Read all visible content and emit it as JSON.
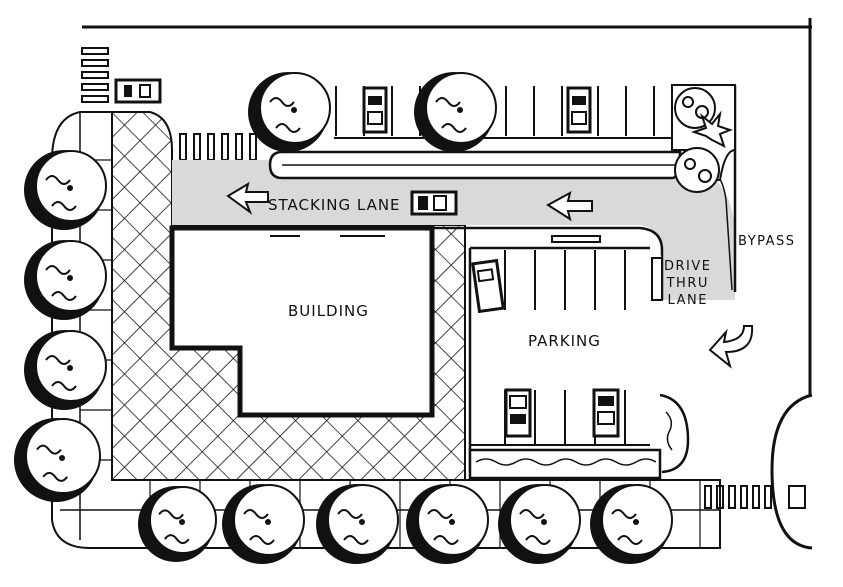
{
  "labels": {
    "stacking_lane": "STACKING LANE",
    "building": "BUILDING",
    "parking": "PARKING",
    "drive_thru_line1": "DRIVE",
    "drive_thru_line2": "THRU",
    "drive_thru_line3": "LANE",
    "bypass": "BYPASS"
  },
  "colors": {
    "ink": "#111111",
    "lane_fill": "#d8dad8",
    "paper": "#ffffff",
    "tree_fill": "#ffffff"
  }
}
